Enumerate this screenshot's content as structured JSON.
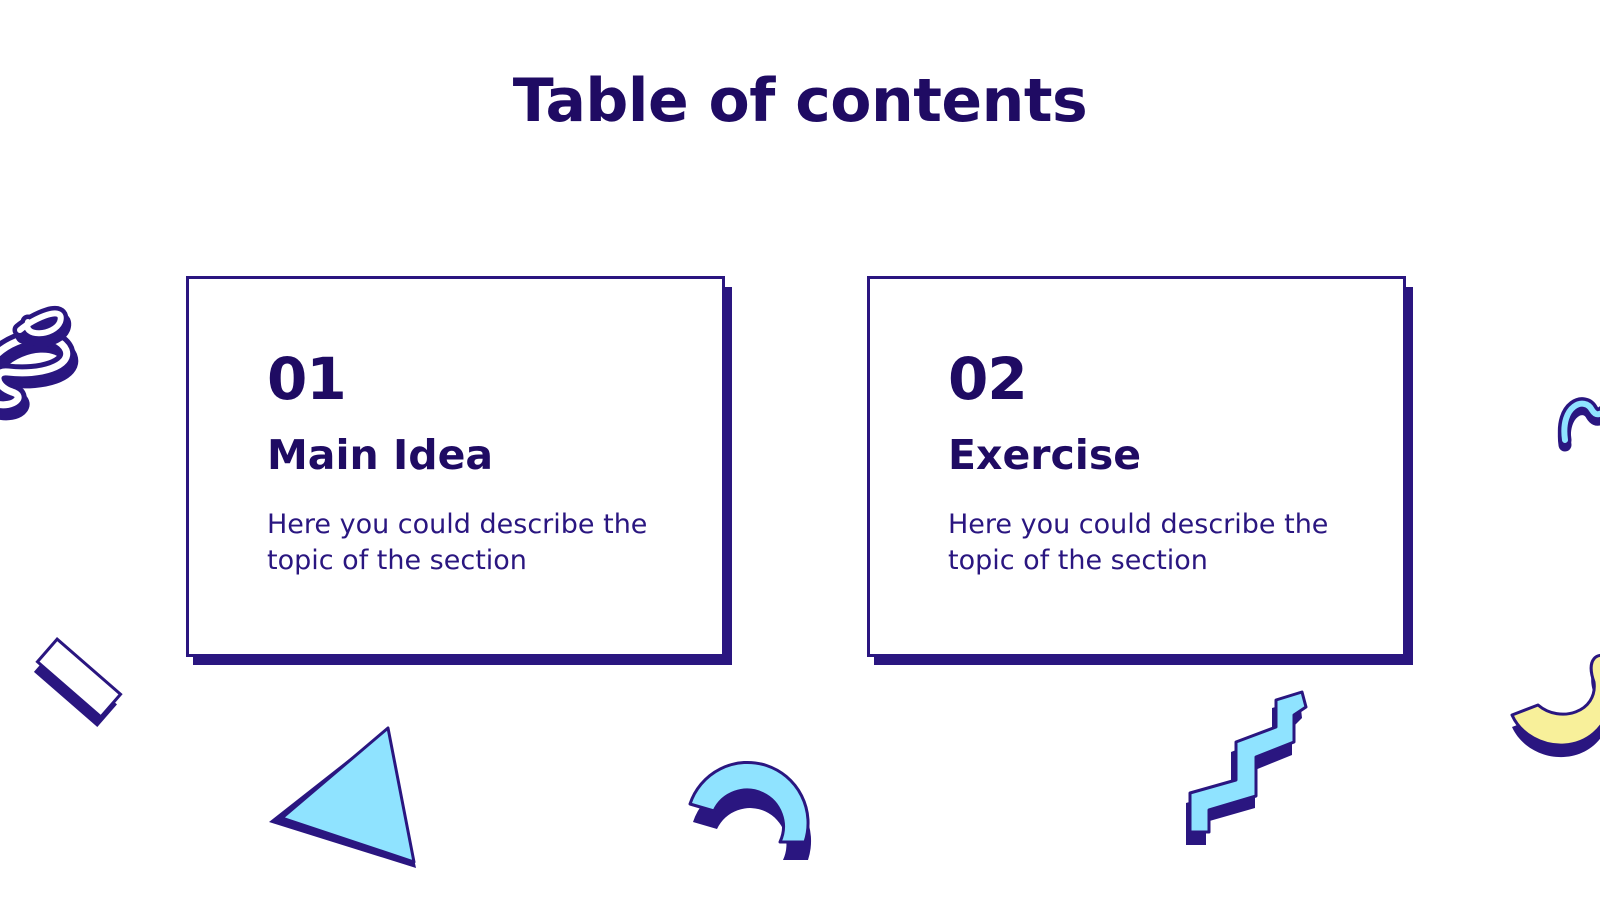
{
  "slide": {
    "title": "Table of contents"
  },
  "sections": [
    {
      "number": "01",
      "heading": "Main Idea",
      "description": "Here you could describe the topic of the section"
    },
    {
      "number": "02",
      "heading": "Exercise",
      "description": "Here you could describe the topic of the section"
    }
  ],
  "colors": {
    "navy": "#1f0b63",
    "outline": "#2a1680",
    "cyan": "#8fe3ff",
    "yellow": "#f8f09a",
    "background": "#ffffff"
  },
  "decorations": [
    "squiggle-icon",
    "wave-icon",
    "rectangle-icon",
    "triangle-icon",
    "arc-icon",
    "zigzag-icon",
    "crescent-icon"
  ]
}
